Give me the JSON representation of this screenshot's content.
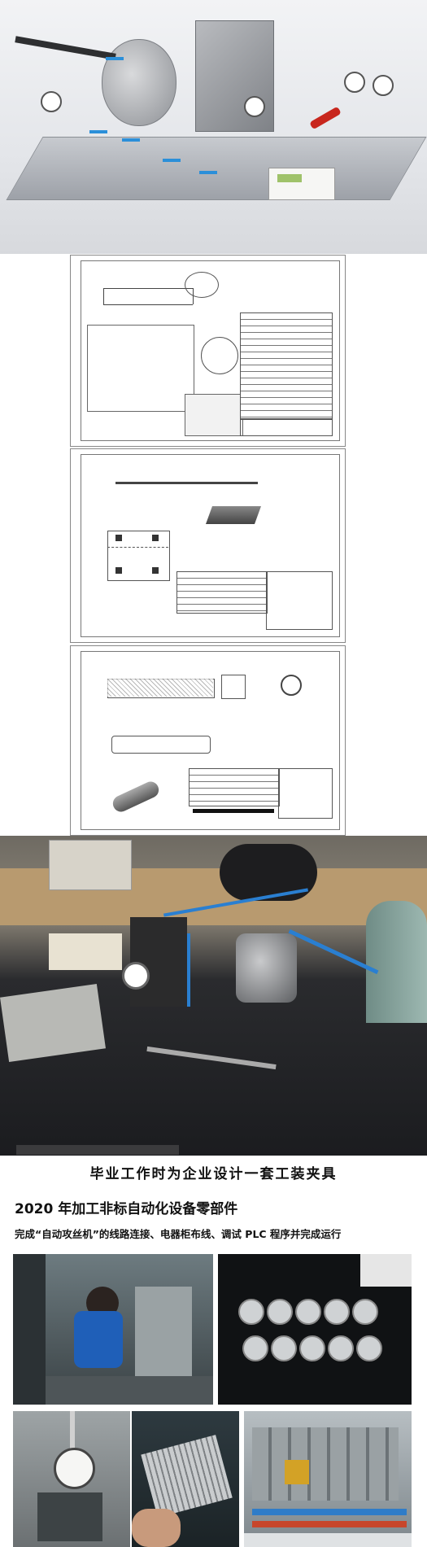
{
  "graduation_caption": "毕业工作时为企业设计一套工装夹具",
  "year_heading": "2020 年加工非标自动化设备零部件",
  "completion_line": "完成“自动攻丝机”的线路连接、电器柜布线、调试 PLC 程序并完成运行",
  "images": {
    "render": "3d-fixture-render",
    "drawing_1": "assembly-drawing",
    "drawing_2": "part-drawing",
    "drawing_3": "shaft-drawing",
    "workshop_photo": "fixture-photo",
    "machining_photo": "machining-photo",
    "parts_photo": "parts-photo",
    "gauge_photo": "gauge-photo",
    "plate_photo": "plate-photo",
    "machine_photo": "machine-photo"
  }
}
